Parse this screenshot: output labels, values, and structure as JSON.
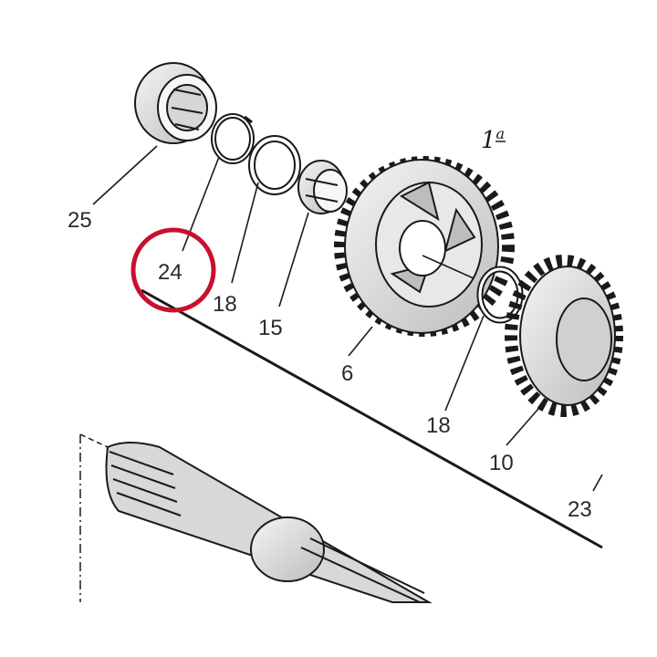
{
  "callouts": {
    "c25": "25",
    "c24": "24",
    "c18a": "18",
    "c15": "15",
    "c6": "6",
    "c18b": "18",
    "c10": "10",
    "c23": "23"
  },
  "gear_label": {
    "number": "1",
    "ordinal": "a"
  },
  "highlight": {
    "part": "24",
    "color": "#c8102e"
  },
  "colors": {
    "line": "#1a1a1a",
    "fill_light": "#e6e6e6",
    "fill_mid": "#c9c9c9"
  }
}
